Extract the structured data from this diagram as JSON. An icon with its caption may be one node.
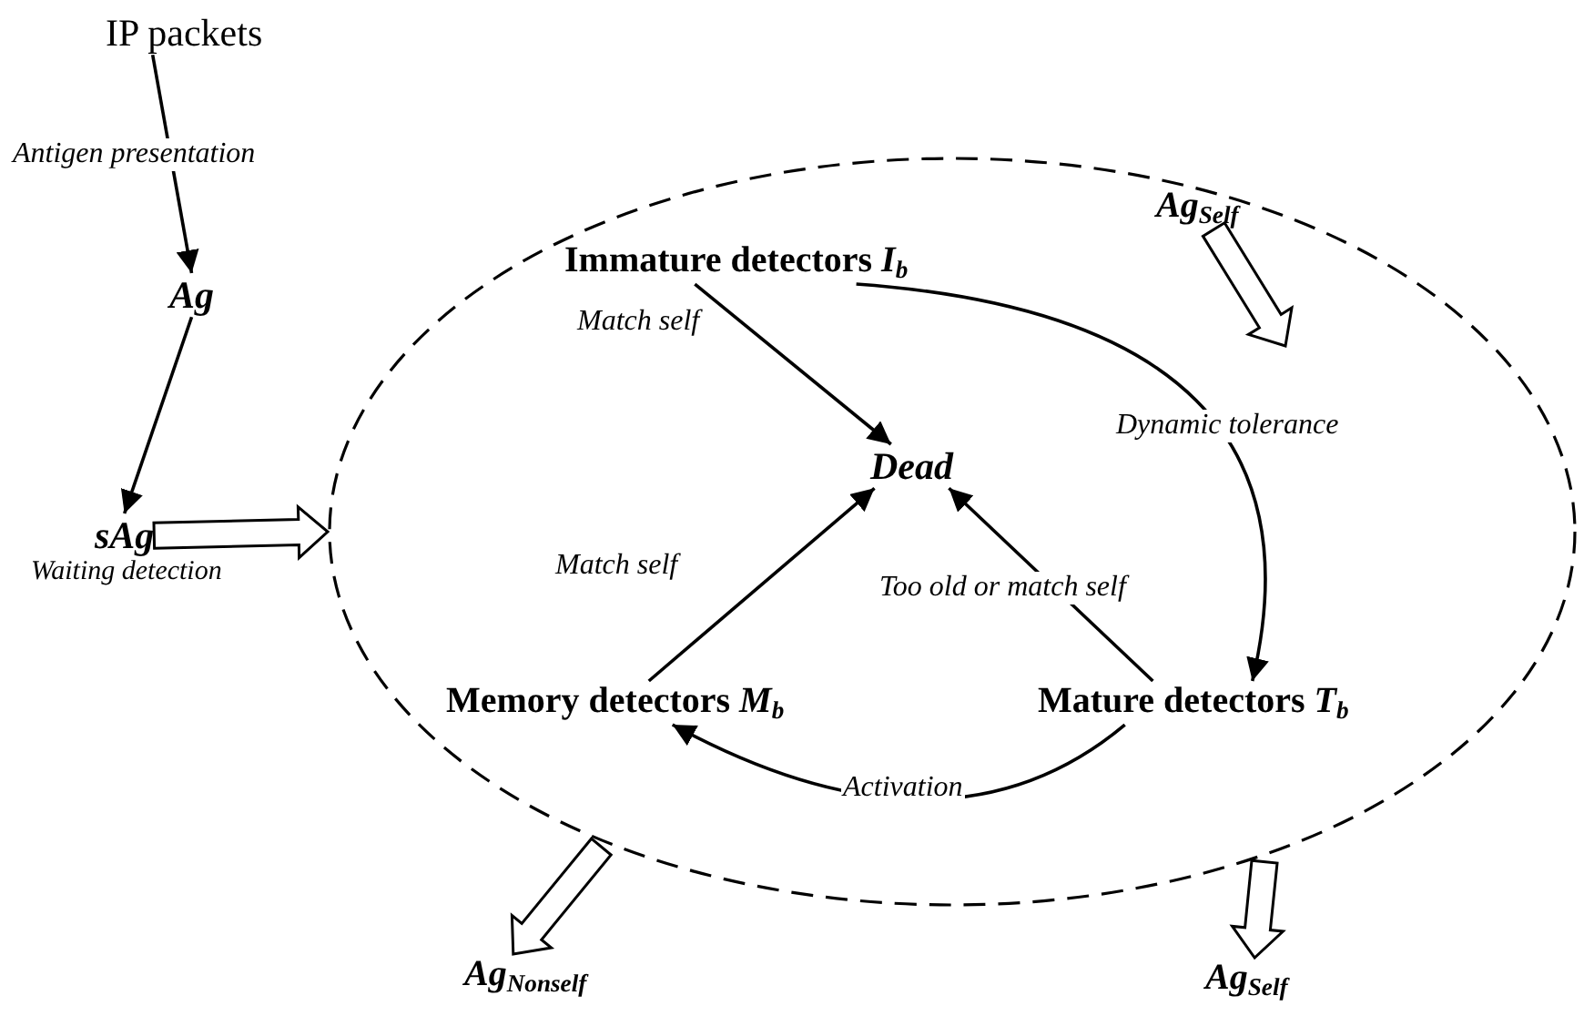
{
  "diagram": {
    "nodes": [
      {
        "text": [
          "IP packets"
        ]
      },
      {
        "text": [
          "Ag"
        ]
      },
      {
        "text": [
          "sAg"
        ],
        "beside": [
          "Waiting detection"
        ]
      },
      {
        "text": [],
        "shape": "ellipse"
      },
      {
        "text": [
          "Immature detectors *I*$_{b}$"
        ],
        "in": 3
      },
      {
        "text": [
          "Ag$_{Self}$"
        ],
        "in": 3
      },
      {
        "text": [
          "Dead"
        ],
        "in": 3
      },
      {
        "text": [
          "Memory detectors *M*$_{b}$"
        ],
        "in": 3
      },
      {
        "text": [
          "Mature detectors *T*$_{b}$"
        ],
        "in": 3
      },
      {
        "text": [
          "Ag$_{Nonself}$"
        ]
      },
      {
        "text": [
          "Ag$_{Self}$"
        ]
      }
    ],
    "edges": [
      {
        "from": 0,
        "to": 1,
        "arrow": "to",
        "label": "Antigen presentation"
      },
      {
        "from": 1,
        "to": 2,
        "arrow": "to"
      },
      {
        "from": 2,
        "to": 3,
        "arrow": "to",
        "style": "thick"
      },
      {
        "from": 5,
        "to": null,
        "arrow": "to",
        "style": "thick"
      },
      {
        "from": 4,
        "to": 6,
        "arrow": "to",
        "label": "Match self"
      },
      {
        "from": 4,
        "to": 8,
        "arrow": "to",
        "label": "Dynamic tolerance"
      },
      {
        "from": 7,
        "to": 6,
        "arrow": "to",
        "label": "Match self"
      },
      {
        "from": 8,
        "to": 6,
        "arrow": "to",
        "label": "Too old or match self"
      },
      {
        "from": 8,
        "to": 7,
        "arrow": "to",
        "label": "Activation"
      },
      {
        "from": 3,
        "to": 9,
        "arrow": "to",
        "style": "thick"
      },
      {
        "from": 3,
        "to": 10,
        "arrow": "to",
        "style": "thick"
      }
    ]
  }
}
